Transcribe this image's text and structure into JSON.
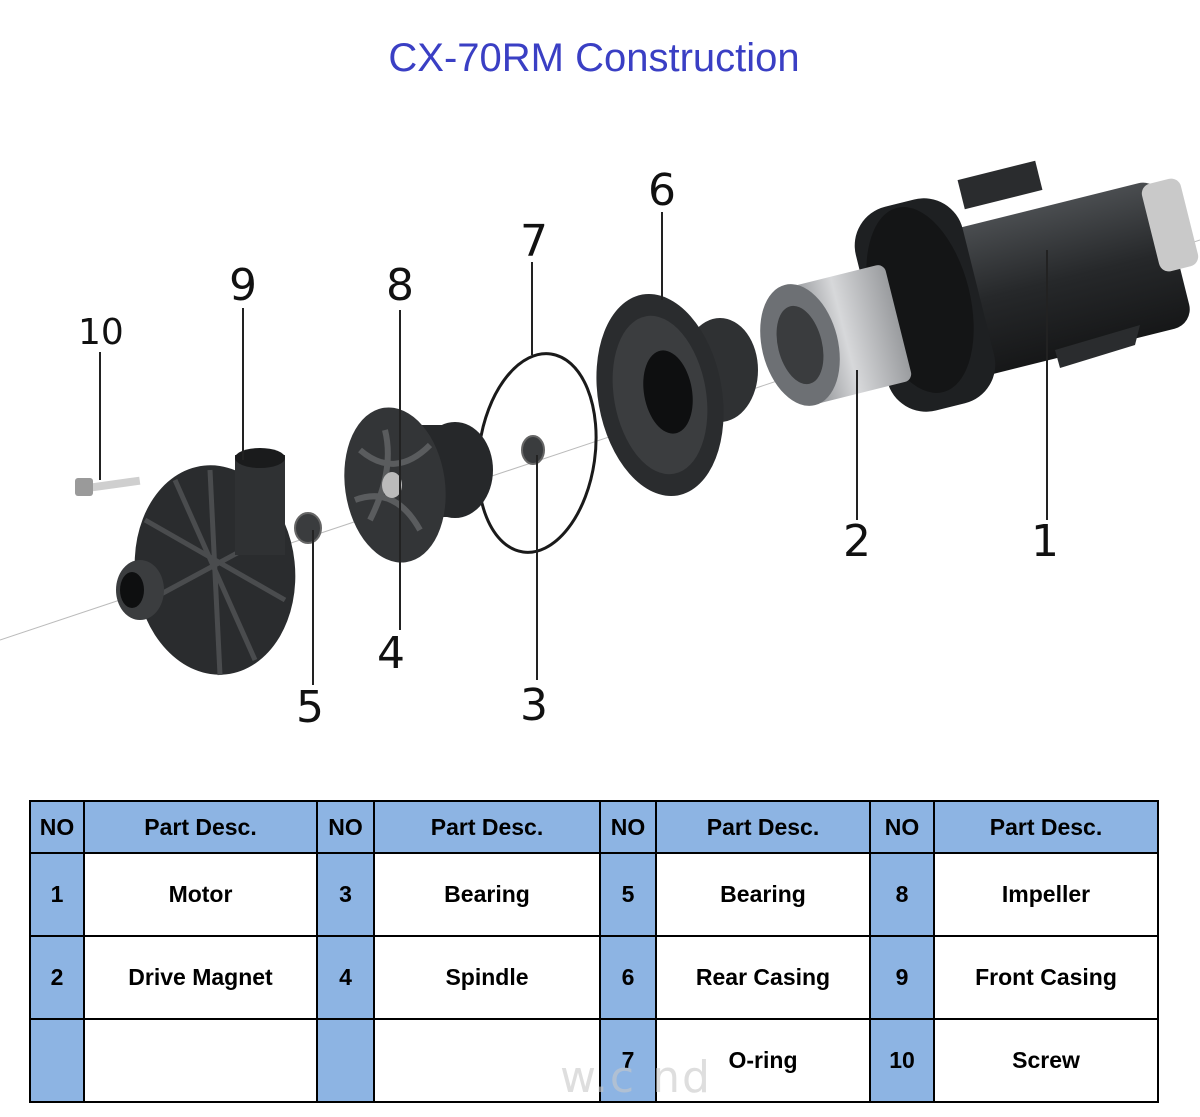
{
  "title": "CX-70RM Construction",
  "callouts": [
    "1",
    "2",
    "3",
    "4",
    "5",
    "6",
    "7",
    "8",
    "9",
    "10"
  ],
  "table": {
    "headers": [
      "NO",
      "Part Desc.",
      "NO",
      "Part Desc.",
      "NO",
      "Part Desc.",
      "NO",
      "Part Desc."
    ],
    "rows": [
      [
        {
          "no": "1",
          "desc": "Motor"
        },
        {
          "no": "3",
          "desc": "Bearing"
        },
        {
          "no": "5",
          "desc": "Bearing"
        },
        {
          "no": "8",
          "desc": "Impeller"
        }
      ],
      [
        {
          "no": "2",
          "desc": "Drive Magnet"
        },
        {
          "no": "4",
          "desc": "Spindle"
        },
        {
          "no": "6",
          "desc": "Rear Casing"
        },
        {
          "no": "9",
          "desc": "Front Casing"
        }
      ],
      [
        {
          "no": "",
          "desc": ""
        },
        {
          "no": "",
          "desc": ""
        },
        {
          "no": "7",
          "desc": "O-ring"
        },
        {
          "no": "10",
          "desc": "Screw"
        }
      ]
    ]
  },
  "watermark": "w.c      nd",
  "colors": {
    "title": "#3a3fc4",
    "header_bg": "#8db4e3",
    "part_dark": "#2a2c2e"
  }
}
